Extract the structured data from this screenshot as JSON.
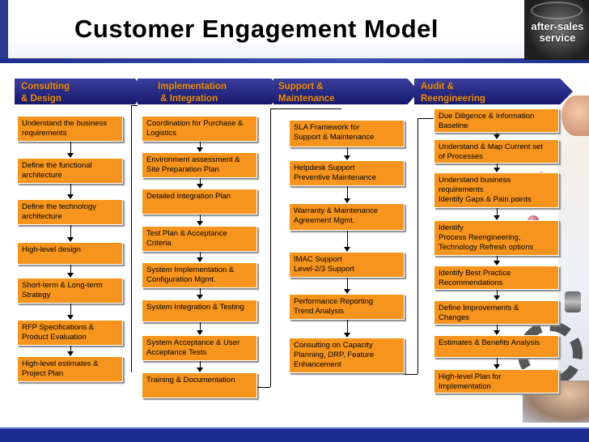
{
  "title": "Customer Engagement Model",
  "logo_text": "after-sales\nservice",
  "phases": [
    {
      "label": "Consulting\n& Design"
    },
    {
      "label": "Implementation\n & Integration"
    },
    {
      "label": "Support &\nMaintenance"
    },
    {
      "label": "Audit &\nReengineering"
    }
  ],
  "columns": {
    "consulting": [
      "Understand the business\nrequirements",
      "Define the functional\narchitecture",
      "Define the technology\narchitecture",
      "High-level design",
      "Short-term & Long-term\nStrategy",
      "RFP Specifications &\nProduct Evaluation",
      "High-level estimates &\nProject Plan"
    ],
    "implementation": [
      "Coordination for Purchase &\nLogistics",
      "Environment assessment &\nSite Preparation Plan",
      "Detailed Integration Plan",
      "Test Plan & Acceptance\nCriteria",
      "System Implementation &\nConfiguration Mgmt.",
      "System Integration & Testing",
      "System Acceptance & User\nAcceptance Tests",
      "Training & Documentation"
    ],
    "support": [
      "SLA Framework for\nSupport & Maintenance",
      "Helpdesk Support\nPreventive Maintenance",
      "Warranty & Maintenance\nAgreement Mgmt.",
      "IMAC Support\nLevel-2/3 Support",
      "Performance Reporting\nTrend Analysis",
      "Consulting on Capacity\nPlanning, DRP, Feature\nEnhancement"
    ],
    "audit": [
      "Due Diligence & Information\nBaseline",
      "Understand & Map Current set\nof Processes",
      "Understand business\nrequirements\nIdentify Gaps & Pain points",
      "Identify\nProcess Reengineering,\nTechnology Refresh options",
      "Identify Best Practice\nRecommendations",
      "Define Improvements &\nChanges",
      "Estimates & Benefits Analysis",
      "High-level Plan for\nImplementation"
    ]
  },
  "colors": {
    "box_fill": "#f7941d",
    "phase_text": "#f7941d",
    "phase_fill": "#1f2280",
    "bar_blue": "#1c2f8c"
  }
}
